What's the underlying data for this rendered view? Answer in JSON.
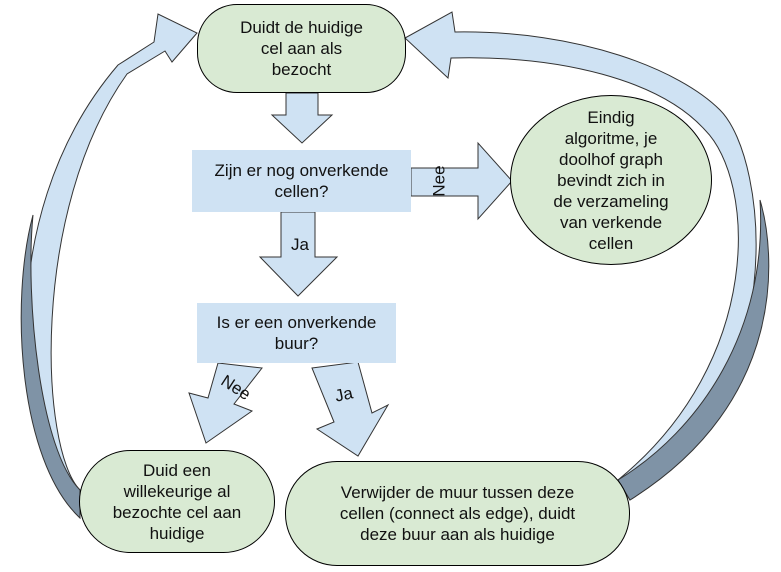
{
  "nodes": {
    "mark_visited": "Duidt de huidige\ncel aan als\nbezocht",
    "end": "Eindig\nalgoritme, je\ndoolhof graph\nbevindt zich in\nde verzameling\nvan verkende\ncellen",
    "random_visited": "Duid een\nwillekeurige al\nbezochte cel aan\nhuidige",
    "remove_wall": "Verwijder de muur tussen deze\ncellen (connect als edge), duidt\ndeze buur aan als huidige"
  },
  "decisions": {
    "unvisited_cells": "Zijn er nog onverkende\ncellen?",
    "unvisited_neighbor": "Is er een onverkende\nbuur?"
  },
  "labels": {
    "no_1": "Nee",
    "yes_1": "Ja",
    "no_2": "Nee",
    "yes_2": "Ja"
  },
  "colors": {
    "node_fill": "#d9ead3",
    "decision_fill": "#cfe2f3",
    "arrow_fill": "#cfe2f3",
    "curve_shadow": "#7f93a6"
  }
}
